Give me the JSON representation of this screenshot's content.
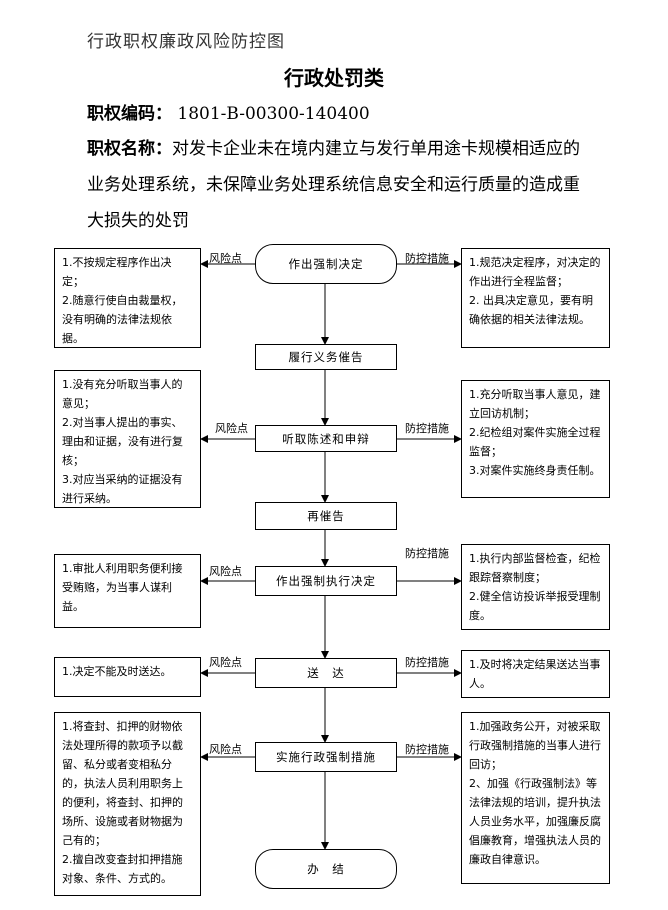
{
  "header": "行政职权廉政风险防控图",
  "title": "行政处罚类",
  "code_label": "职权编码",
  "code_value": "1801-B-00300-140400",
  "name_label": "职权名称",
  "name_value": "对发卡企业未在境内建立与发行单用途卡规模相适应的业务处理系统，未保障业务处理系统信息安全和运行质量的造成重大损失的处罚",
  "label_risk": "风险点",
  "label_control": "防控措施",
  "steps": [
    "作出强制决定",
    "履行义务催告",
    "听取陈述和申辩",
    "再催告",
    "作出强制执行决定",
    "送　达",
    "实施行政强制措施",
    "办　结"
  ],
  "risks": [
    [
      "1.不按规定程序作出决定；",
      "2.随意行使自由裁量权，没有明确的法律法规依据。"
    ],
    [
      "1.没有充分听取当事人的意见；",
      "2.对当事人提出的事实、理由和证据，没有进行复核；",
      "3.对应当采纳的证据没有进行采纳。"
    ],
    [
      "1.审批人利用职务便利接受贿赂，为当事人谋利益。"
    ],
    [
      "1.决定不能及时送达。"
    ],
    [
      "1.将查封、扣押的财物依法处理所得的款项予以截留、私分或者变相私分的，执法人员利用职务上的便利，将查封、扣押的场所、设施或者财物据为己有的；",
      "2.擅自改变查封扣押措施对象、条件、方式的。"
    ]
  ],
  "controls": [
    [
      "1.规范决定程序，对决定的作出进行全程监督；",
      "2. 出具决定意见，要有明确依据的相关法律法规。"
    ],
    [
      "1.充分听取当事人意见，建立回访机制；",
      "2.纪检组对案件实施全过程监督；",
      "3.对案件实施终身责任制。"
    ],
    [
      "1.执行内部监督检查，纪检跟踪督察制度；",
      "2.健全信访投诉举报受理制度。"
    ],
    [
      "1.及时将决定结果送达当事人。"
    ],
    [
      "1.加强政务公开，对被采取行政强制措施的当事人进行回访；",
      "2、加强《行政强制法》等法律法规的培训，提升执法人员业务水平，加强廉反腐倡廉教育，增强执法人员的廉政自律意识。"
    ]
  ]
}
